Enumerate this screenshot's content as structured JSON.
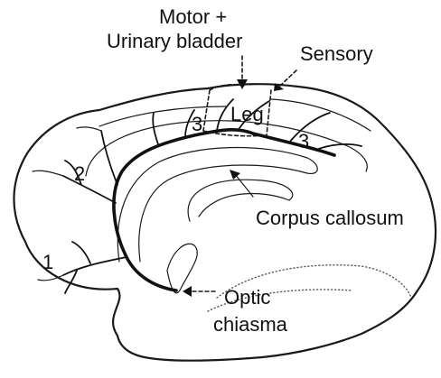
{
  "labels": {
    "motor": "Motor +",
    "bladder": "Urinary bladder",
    "sensory": "Sensory",
    "leg": "Leg",
    "region_3_left": "3",
    "region_3_right": "3",
    "region_2": "2",
    "region_1": "1",
    "corpus_callosum": "Corpus callosum",
    "optic": "Optic",
    "chiasma": "chiasma"
  },
  "colors": {
    "line": "#111111",
    "background": "#ffffff"
  }
}
